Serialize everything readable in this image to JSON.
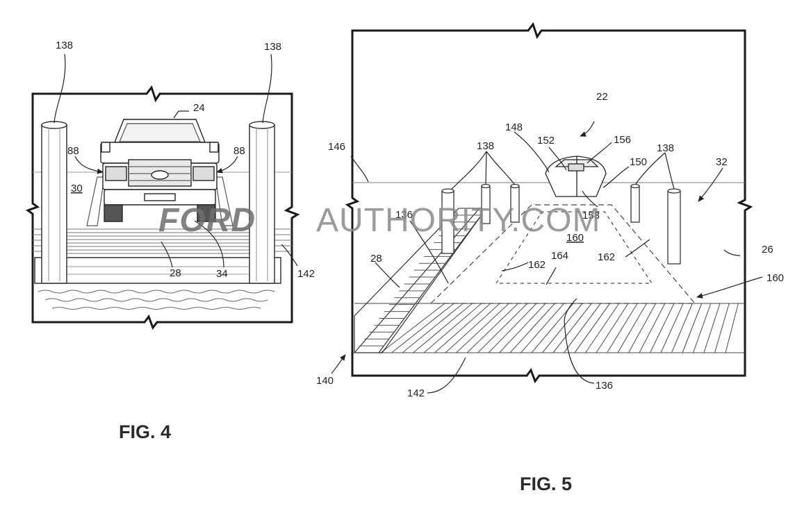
{
  "fig4": {
    "caption": "FIG. 4",
    "labels": {
      "post_left": "138",
      "post_right": "138",
      "truck": "24",
      "light_left": "88",
      "light_right": "88",
      "area": "30",
      "dock": "28",
      "ramp": "34",
      "water": "142"
    }
  },
  "fig5": {
    "caption": "FIG. 5",
    "labels": {
      "boat": "22",
      "horizon": "146",
      "bow": "148",
      "boat_a": "152",
      "boat_b": "156",
      "boat_c": "150",
      "boat_d": "158",
      "posts_left": "138",
      "posts_right": "138",
      "sky": "32",
      "dock_left": "136",
      "dock": "28",
      "zone": "160",
      "zone_edge_left": "162",
      "zone_edge_right": "162",
      "zone_back": "164",
      "lake": "26",
      "zone_arrow": "160",
      "scene": "140",
      "water": "142",
      "dock_front": "136"
    }
  },
  "watermark": {
    "brand": "FORD",
    "rest": "AUTHORITY.COM"
  }
}
